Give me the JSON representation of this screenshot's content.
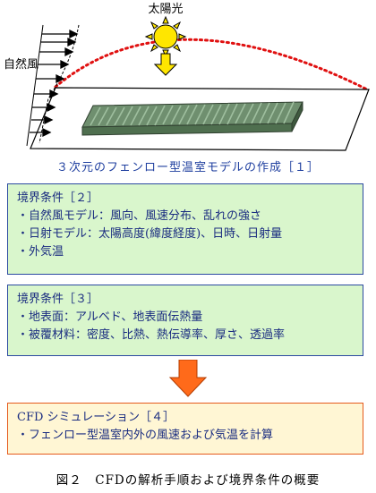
{
  "scene": {
    "sun_label": "太陽光",
    "wind_label": "自然風",
    "caption": "３次元のフェンロー型温室モデルの作成［１］"
  },
  "box1": {
    "lines": [
      "境界条件［２］",
      "・自然風モデル：風向、風速分布、乱れの強さ",
      "・日射モデル：太陽高度(緯度経度)、日時、日射量",
      "・外気温"
    ]
  },
  "box2": {
    "lines": [
      "境界条件［３］",
      "・地表面：アルベド、地表面伝熱量",
      "・被覆材料：密度、比熱、熱伝導率、厚さ、透過率"
    ]
  },
  "box3": {
    "lines": [
      "CFD シミュレーション［４］",
      "・フェンロー型温室内外の風速および気温を計算"
    ]
  },
  "figure_caption": "図２　CFDの解析手順および境界条件の概要",
  "colors": {
    "arc": "#e01010",
    "sun": "#ffe600",
    "box_border": "#2b4aa0",
    "box_fill": "#d9f6cc",
    "cfd_border": "#e55a1c",
    "cfd_fill": "#fff6d4",
    "arrow_fill": "#ff6a1a",
    "text_blue": "#1f3f9f"
  },
  "icons": [
    "sun-icon",
    "wind-arrows-icon",
    "down-arrow-icon",
    "greenhouse-model"
  ]
}
